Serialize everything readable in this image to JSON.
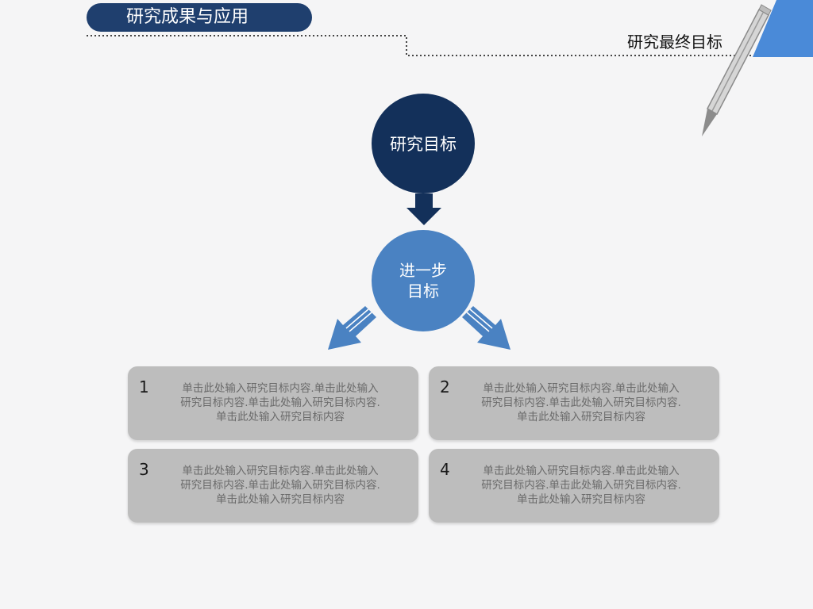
{
  "header": {
    "title": "研究成果与应用",
    "subtitle": "研究最终目标"
  },
  "diagram": {
    "main_goal": "研究目标",
    "sub_goal": "进一步\n目标",
    "items": [
      {
        "number": "1",
        "text": "单击此处输入研究目标内容.单击此处输入研究目标内容.单击此处输入研究目标内容.单击此处输入研究目标内容"
      },
      {
        "number": "2",
        "text": "单击此处输入研究目标内容.单击此处输入研究目标内容.单击此处输入研究目标内容.单击此处输入研究目标内容"
      },
      {
        "number": "3",
        "text": "单击此处输入研究目标内容.单击此处输入研究目标内容.单击此处输入研究目标内容.单击此处输入研究目标内容"
      },
      {
        "number": "4",
        "text": "单击此处输入研究目标内容.单击此处输入研究目标内容.单击此处输入研究目标内容.单击此处输入研究目标内容"
      }
    ]
  },
  "colors": {
    "title_bar": "#1f3f6e",
    "main_circle": "#13305a",
    "sub_circle": "#4a82c2",
    "box": "#bdbdbd",
    "corner_accent": "#4a8ad8"
  },
  "icons": [
    "pencil-icon",
    "down-arrow-icon",
    "left-arrow-icon",
    "right-arrow-icon"
  ]
}
